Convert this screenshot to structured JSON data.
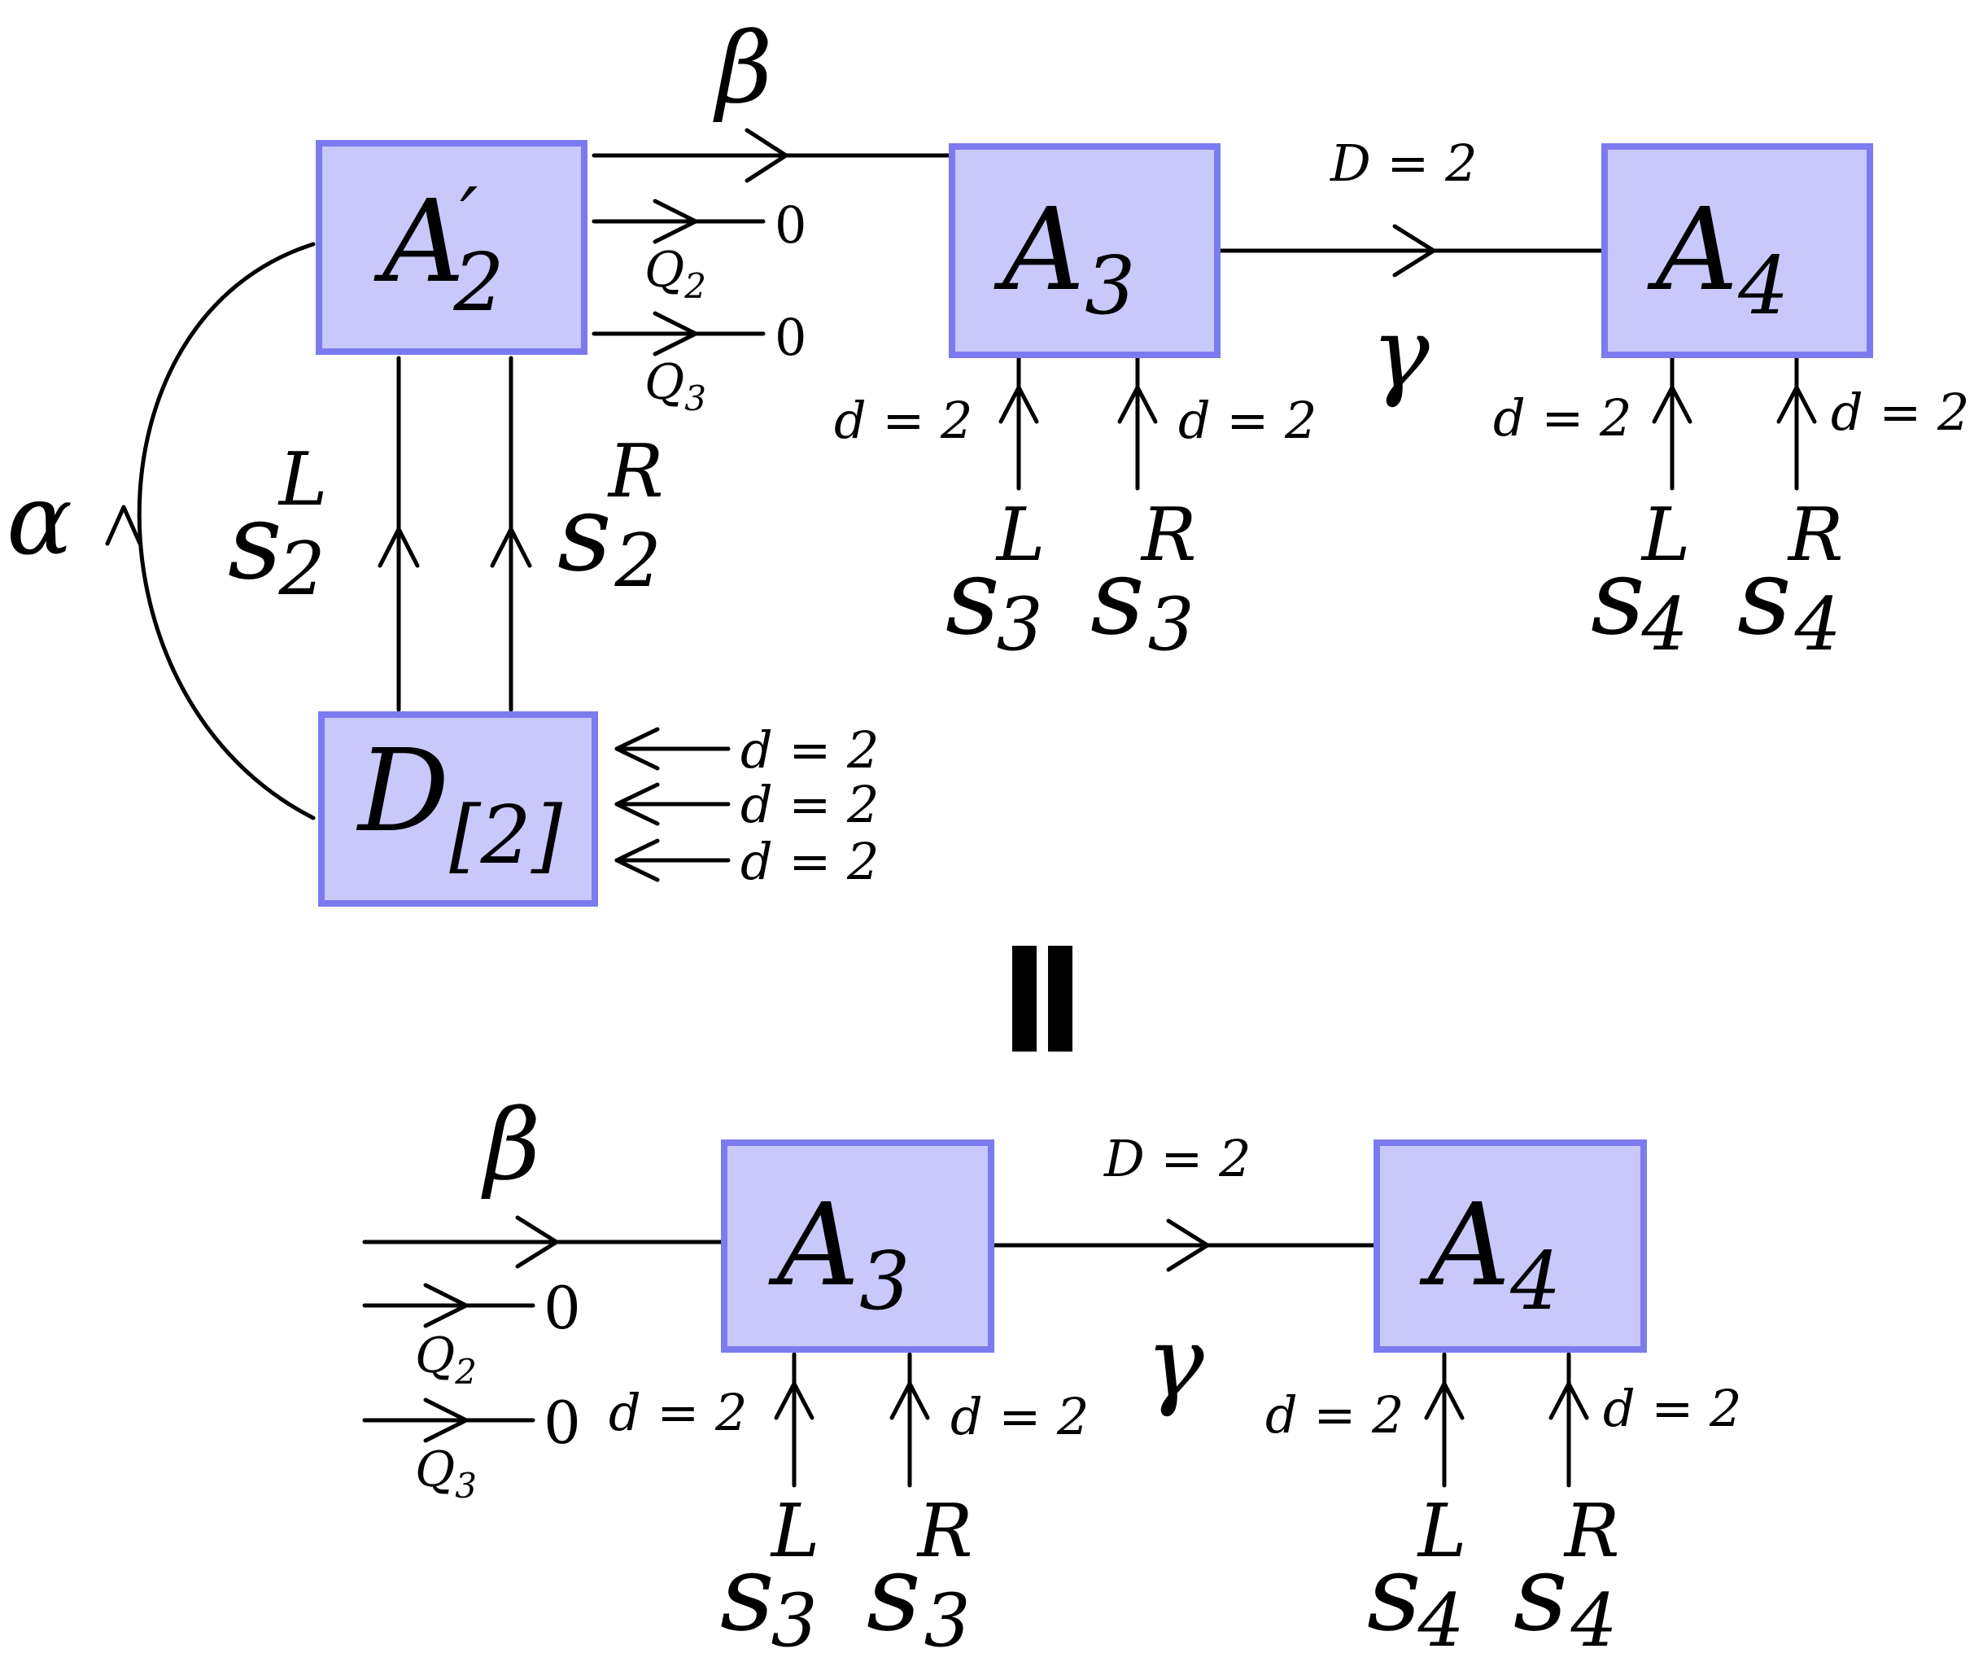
{
  "top": {
    "tensors": {
      "A2": {
        "base": "A",
        "prime": "′",
        "sub": "2"
      },
      "A3": {
        "base": "A",
        "sub": "3"
      },
      "A4": {
        "base": "A",
        "sub": "4"
      },
      "D2": {
        "base": "D",
        "sub": "[2]"
      }
    },
    "bonds": {
      "alpha": "α",
      "beta": "β",
      "gamma": "γ",
      "bond_dim": "D = 2",
      "Q2": {
        "base": "Q",
        "sub": "2",
        "value": "0"
      },
      "Q3": {
        "base": "Q",
        "sub": "3",
        "value": "0"
      }
    },
    "physical": {
      "d_label": "d = 2",
      "s2L": {
        "base": "s",
        "sub": "2",
        "sup": "L"
      },
      "s2R": {
        "base": "s",
        "sub": "2",
        "sup": "R"
      },
      "s3L": {
        "base": "s",
        "sub": "3",
        "sup": "L"
      },
      "s3R": {
        "base": "s",
        "sub": "3",
        "sup": "R"
      },
      "s4L": {
        "base": "s",
        "sub": "4",
        "sup": "L"
      },
      "s4R": {
        "base": "s",
        "sub": "4",
        "sup": "R"
      }
    }
  },
  "equals_sign": "=",
  "bottom": {
    "tensors": {
      "A3": {
        "base": "A",
        "sub": "3"
      },
      "A4": {
        "base": "A",
        "sub": "4"
      }
    },
    "bonds": {
      "beta": "β",
      "gamma": "γ",
      "bond_dim": "D = 2",
      "Q2": {
        "base": "Q",
        "sub": "2",
        "value": "0"
      },
      "Q3": {
        "base": "Q",
        "sub": "3",
        "value": "0"
      }
    },
    "physical": {
      "d_label": "d = 2",
      "s3L": {
        "base": "s",
        "sub": "3",
        "sup": "L"
      },
      "s3R": {
        "base": "s",
        "sub": "3",
        "sup": "R"
      },
      "s4L": {
        "base": "s",
        "sub": "4",
        "sup": "L"
      },
      "s4R": {
        "base": "s",
        "sub": "4",
        "sup": "R"
      }
    }
  }
}
